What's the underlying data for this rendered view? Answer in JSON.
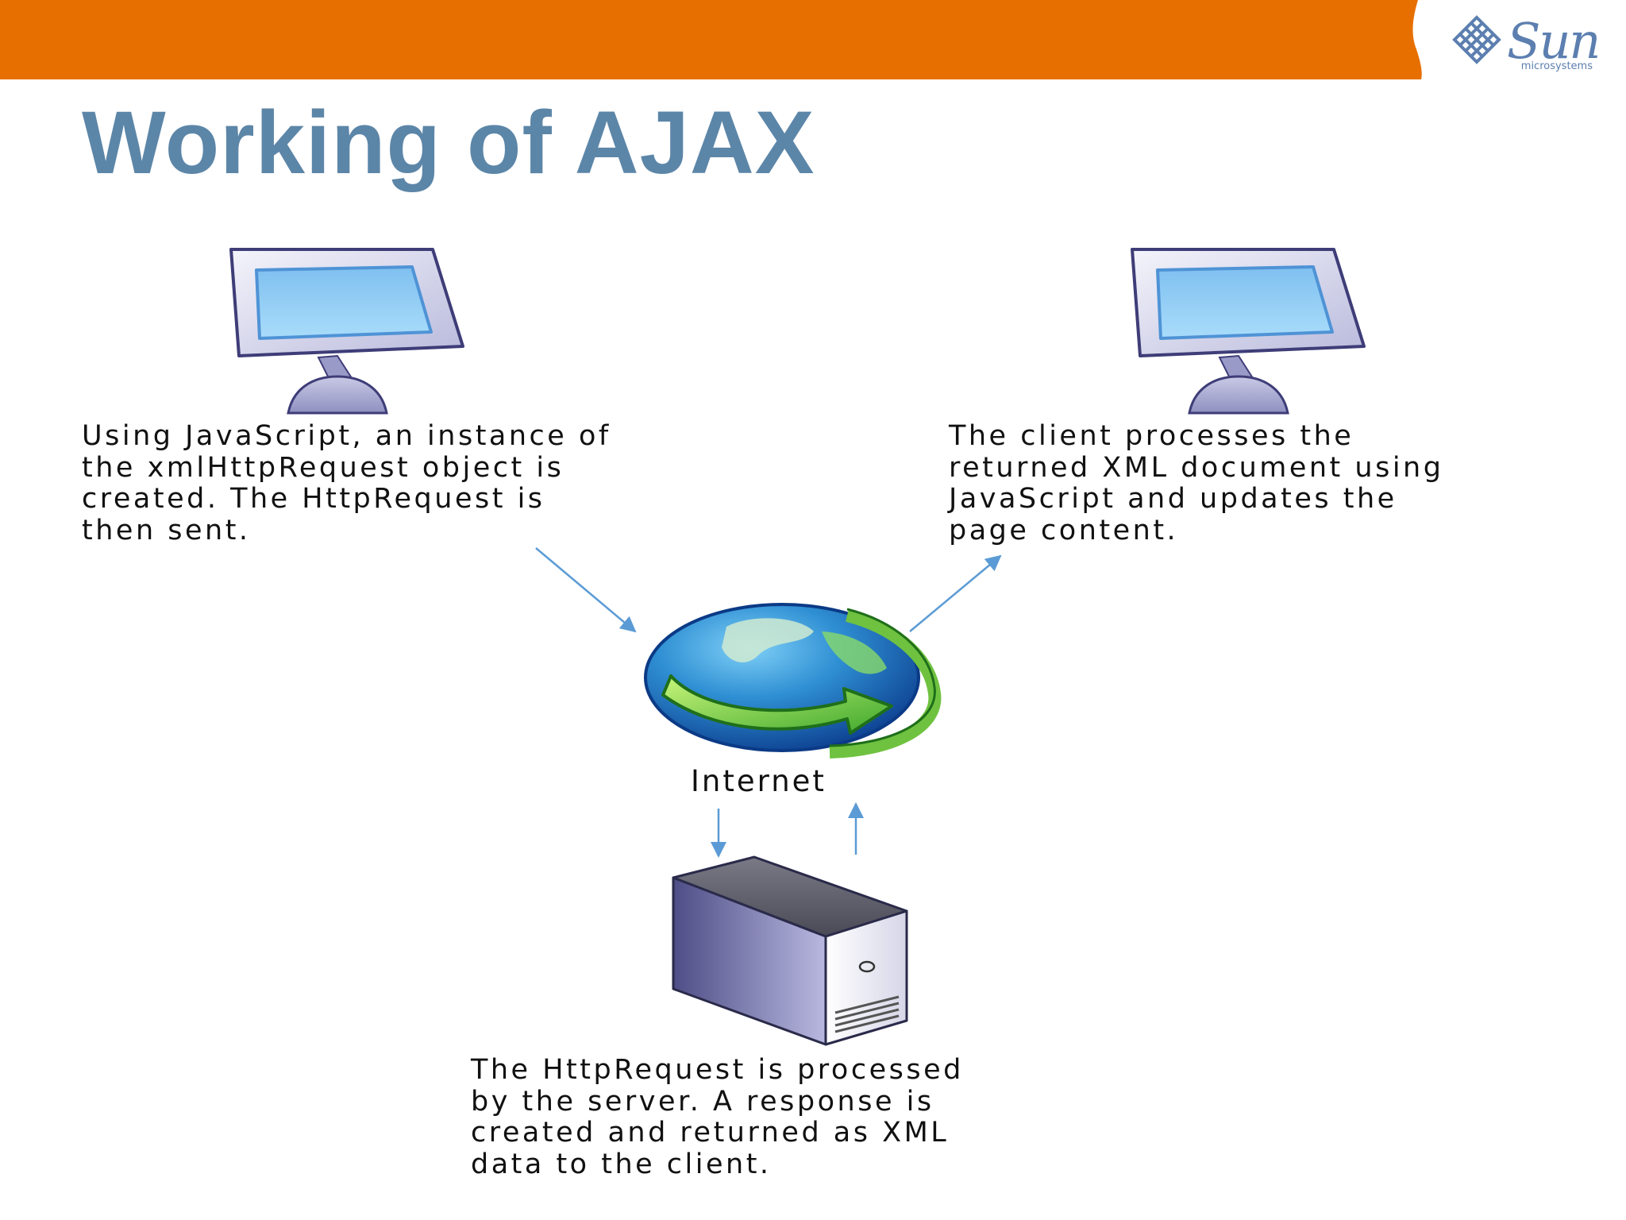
{
  "slide": {
    "title": "Working of AJAX"
  },
  "branding": {
    "logo_word": "Sun",
    "logo_subtext": "microsystems",
    "icon": "sun-diamond-logo-icon"
  },
  "colors": {
    "header_bar": "#E76F00",
    "title": "#5C86A8",
    "logo": "#5C7FB0",
    "arrow": "#5B9BD5",
    "caption_text": "#111111"
  },
  "diagram": {
    "client_node": {
      "icon": "computer-monitor-icon",
      "caption_lines": [
        "Using JavaScript, an instance of",
        "the xmlHttpRequest object is",
        "created. The HttpRequest is",
        "then sent."
      ]
    },
    "result_node": {
      "icon": "computer-monitor-icon",
      "caption_lines": [
        "The client processes the",
        "returned XML document using",
        "JavaScript and updates the",
        "page content."
      ]
    },
    "internet_node": {
      "icon": "globe-refresh-icon",
      "label": "Internet"
    },
    "server_node": {
      "icon": "server-tower-icon",
      "caption_lines": [
        "The HttpRequest is processed",
        "by the server. A response is",
        "created and returned as XML",
        "data to the client."
      ]
    },
    "edges": [
      {
        "from": "client_node",
        "to": "internet_node",
        "direction": "down-right"
      },
      {
        "from": "internet_node",
        "to": "result_node",
        "direction": "up-right"
      },
      {
        "from": "internet_node",
        "to": "server_node",
        "direction": "down"
      },
      {
        "from": "server_node",
        "to": "internet_node",
        "direction": "up"
      }
    ]
  }
}
